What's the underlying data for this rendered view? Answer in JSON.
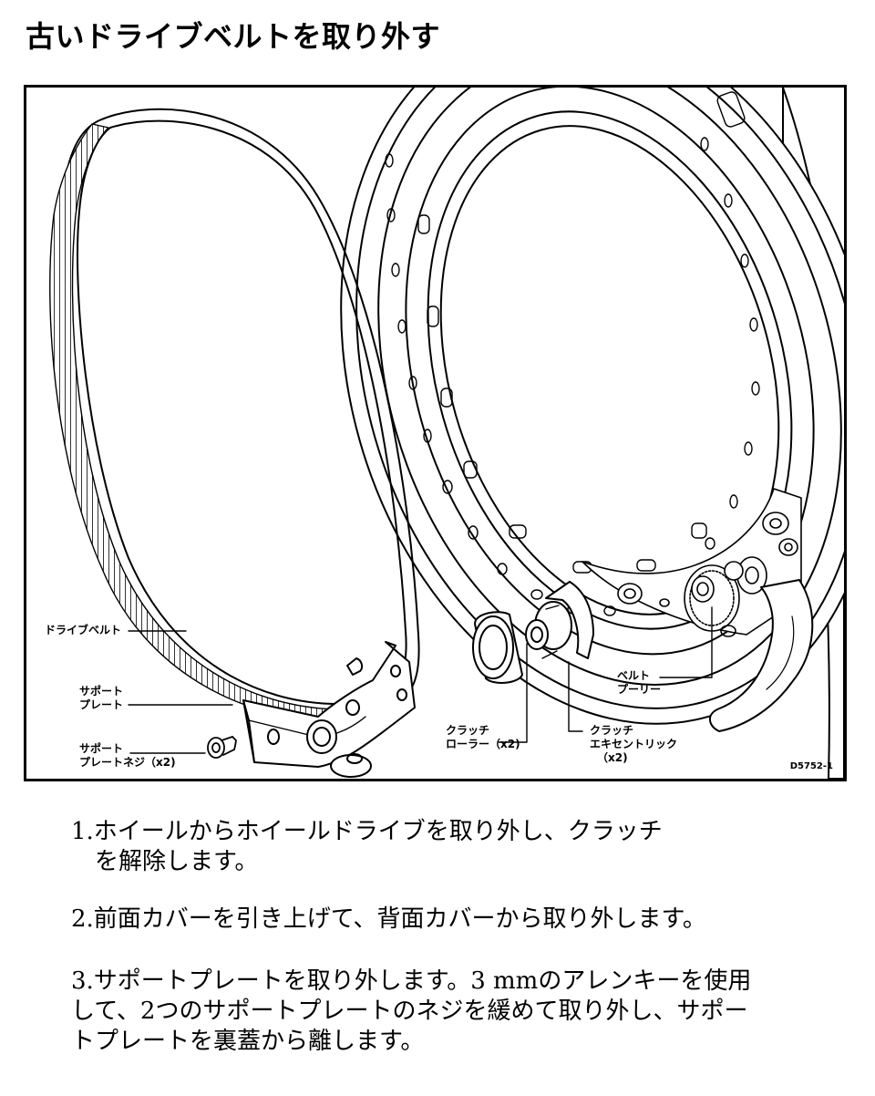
{
  "page": {
    "title": "古いドライブベルトを取り外す"
  },
  "figure": {
    "labels": {
      "drive_belt": "ドライブベルト",
      "support_plate": [
        "サポート",
        "プレート"
      ],
      "support_plate_screw": [
        "サポート",
        "プレートネジ（x2)"
      ],
      "clutch_roller": [
        "クラッチ",
        "ローラー（x2)"
      ],
      "clutch_eccentric": [
        "クラッチ",
        "エキセントリック",
        "（x2)"
      ],
      "belt_pulley": [
        "ベルト",
        "プーリー"
      ]
    },
    "figure_id": "D5752-1"
  },
  "steps": [
    {
      "lines": [
        "1.ホイールからホイールドライブを取り外し、クラッチ",
        "を解除します。"
      ]
    },
    {
      "lines": [
        "2.前面カバーを引き上げて、背面カバーから取り外します。"
      ]
    },
    {
      "lines": [
        "3.サポートプレートを取り外します。3 mmのアレンキーを使用",
        "して、2つのサポートプレートのネジを緩めて取り外し、サポー",
        "トプレートを裏蓋から離します。"
      ]
    }
  ]
}
